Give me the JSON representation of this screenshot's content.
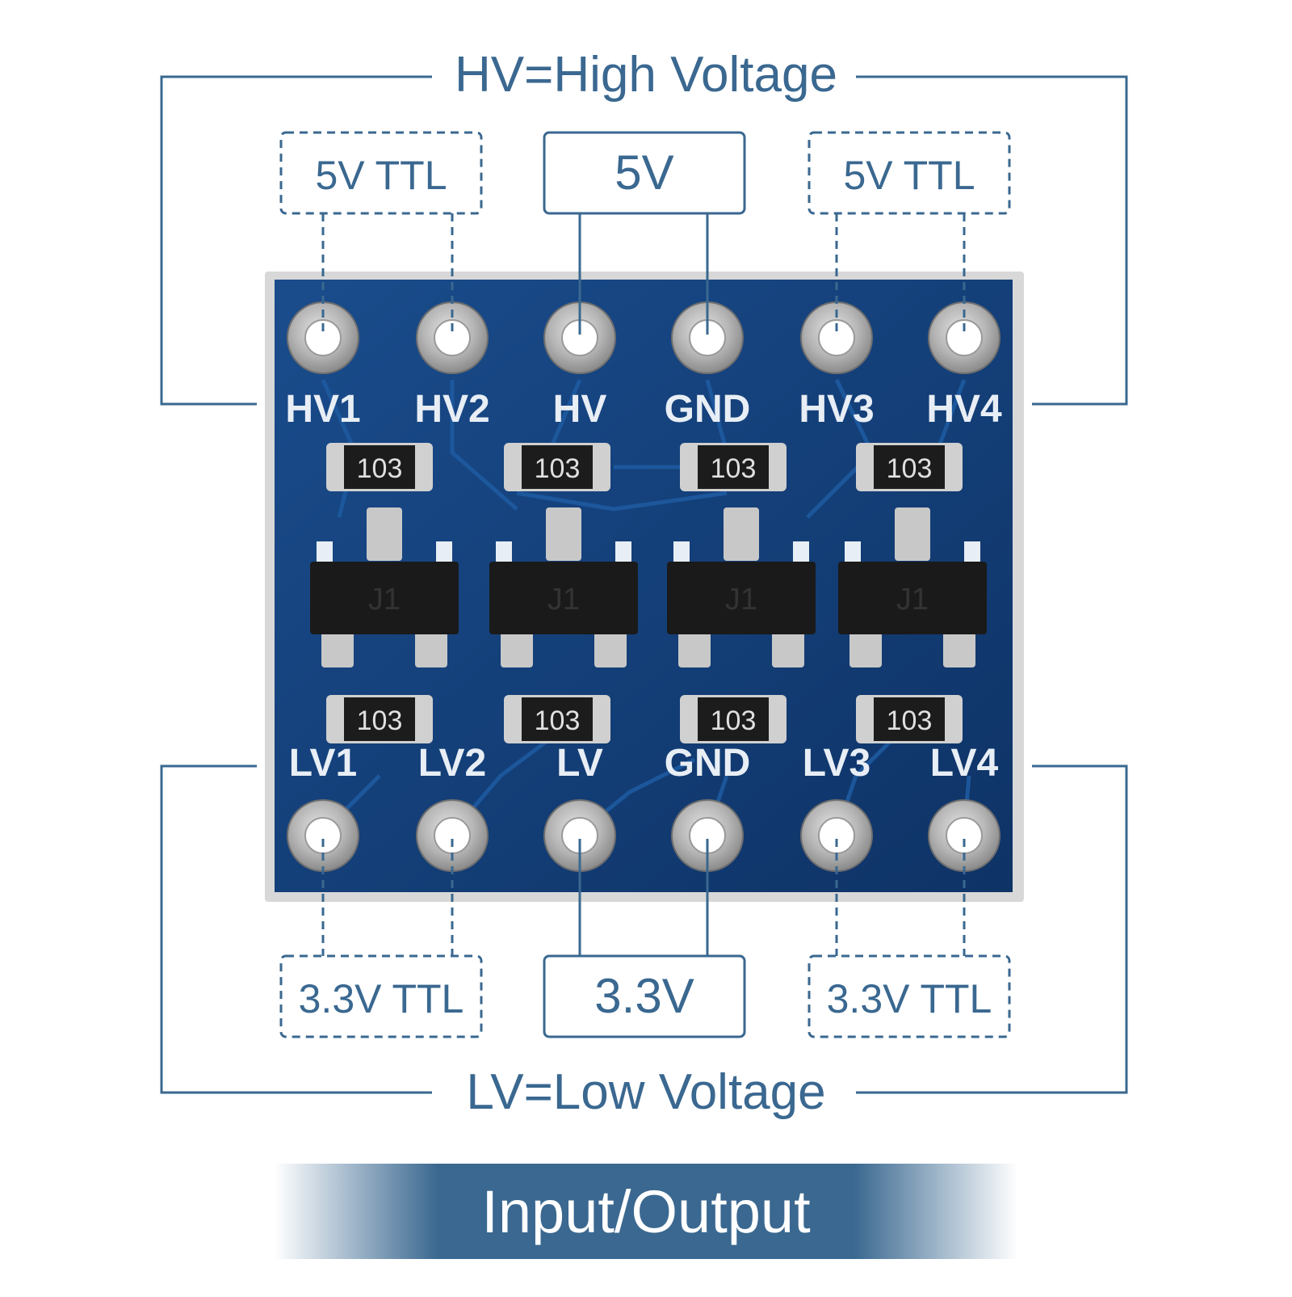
{
  "colors": {
    "accent": "#3a6890",
    "board": "#123f78",
    "board_edge": "#0a2a55",
    "silk": "#e8eef5",
    "pad": "#b9b9b9"
  },
  "diagram": {
    "hv_title": "HV=High Voltage",
    "lv_title": "LV=Low Voltage",
    "top_boxes": [
      "5V TTL",
      "5V",
      "5V TTL"
    ],
    "bottom_boxes": [
      "3.3V TTL",
      "3.3V",
      "3.3V TTL"
    ],
    "banner": "Input/Output"
  },
  "board": {
    "top_pins": [
      "HV1",
      "HV2",
      "HV",
      "GND",
      "HV3",
      "HV4"
    ],
    "bottom_pins": [
      "LV1",
      "LV2",
      "LV",
      "GND",
      "LV3",
      "LV4"
    ],
    "resistor_marking": "103",
    "transistor_marking": "J1"
  }
}
